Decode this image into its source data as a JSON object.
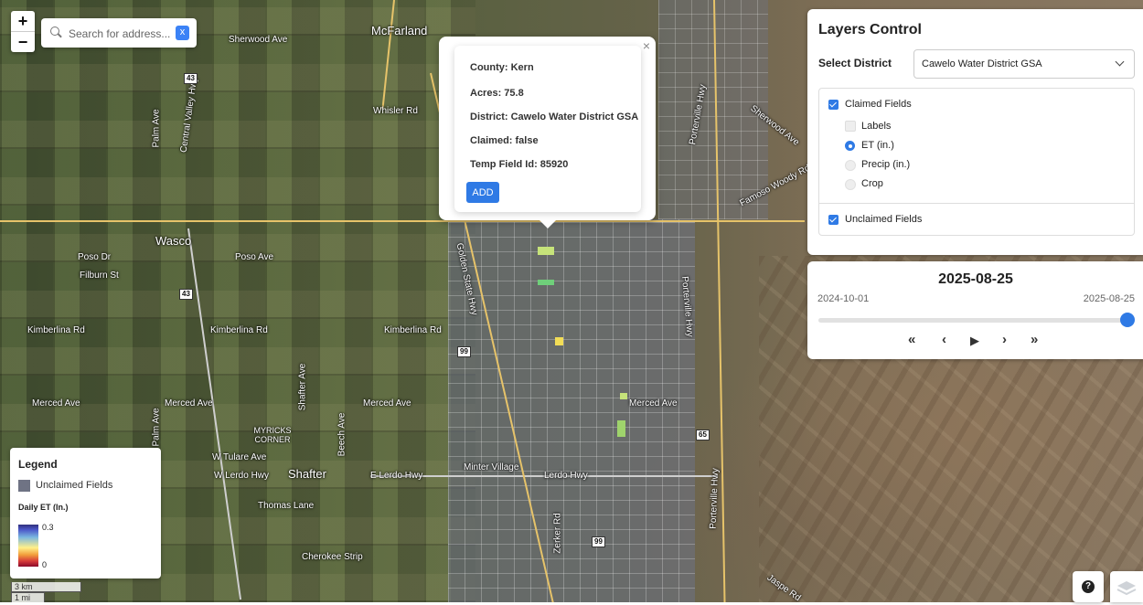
{
  "map": {
    "labels": {
      "sherwood_ave": "Sherwood Ave",
      "mcfarland": "McFarland",
      "whisler_rd": "Whisler Rd",
      "central_valley_hwy": "Central Valley Hwy",
      "palm_ave": "Palm Ave",
      "wasco": "Wasco",
      "poso_dr": "Poso Dr",
      "poso_ave": "Poso Ave",
      "filburn_st": "Filburn St",
      "golden_state_hwy": "Golden State Hwy",
      "kimberlina_rd_1": "Kimberlina Rd",
      "kimberlina_rd_2": "Kimberlina Rd",
      "kimberlina_rd_3": "Kimberlina Rd",
      "merced_ave_1": "Merced Ave",
      "merced_ave_2": "Merced Ave",
      "merced_ave_3": "Merced Ave",
      "merced_ave_4": "Merced Ave",
      "palm_ave_2": "Palm Ave",
      "shafter_ave": "Shafter Ave",
      "beech_ave": "Beech Ave",
      "myricks_corner": "MYRICKS CORNER",
      "w_tulare_ave": "W Tulare Ave",
      "w_lerdo_hwy": "W Lerdo Hwy",
      "shafter": "Shafter",
      "e_lerdo_hwy": "E Lerdo Hwy",
      "minter_village": "Minter Village",
      "lerdo_hwy": "Lerdo Hwy",
      "thomas_lane": "Thomas Lane",
      "zerker_rd": "Zerker Rd",
      "cherokee_strip": "Cherokee Strip",
      "sherwood_ave_2": "Sherwood Ave",
      "famoso_woody_rd": "Famoso Woody Rd",
      "porterville_hwy_1": "Porterville Hwy",
      "porterville_hwy_2": "Porterville Hwy",
      "porterville_hwy_3": "Porterville Hwy",
      "jaspe_rd": "Jaspe Rd"
    },
    "shields": {
      "r43a": "43",
      "r43b": "43",
      "r99a": "99",
      "r99b": "99",
      "r65": "65"
    }
  },
  "zoom": {
    "in": "+",
    "out": "−"
  },
  "search": {
    "placeholder": "Search for address...",
    "clear_label": "x"
  },
  "popup": {
    "close": "×",
    "county": "County: Kern",
    "acres": "Acres: 75.8",
    "district": "District: Cawelo Water District GSA",
    "claimed": "Claimed: false",
    "temp_field_id": "Temp Field Id: 85920",
    "add_label": "ADD"
  },
  "layers": {
    "title": "Layers Control",
    "select_label": "Select District",
    "selected_district": "Cawelo Water District GSA",
    "claimed_fields": {
      "label": "Claimed Fields",
      "checked": true
    },
    "labels": {
      "label": "Labels",
      "checked": false
    },
    "radio": [
      {
        "label": "ET (in.)",
        "selected": true
      },
      {
        "label": "Precip (in.)",
        "selected": false
      },
      {
        "label": "Crop",
        "selected": false
      }
    ],
    "unclaimed_fields": {
      "label": "Unclaimed Fields",
      "checked": true
    }
  },
  "timeline": {
    "current_date": "2025-08-25",
    "start_date": "2024-10-01",
    "end_date": "2025-08-25",
    "position": 1.0,
    "controls": {
      "first": "«",
      "prev": "‹",
      "play": "▶",
      "next": "›",
      "last": "»"
    }
  },
  "legend": {
    "title": "Legend",
    "unclaimed_label": "Unclaimed Fields",
    "et_title": "Daily ET (In.)",
    "max": "0.3",
    "min": "0"
  },
  "scale": {
    "km": "3 km",
    "mi": "1 mi"
  },
  "buttons": {
    "help": "?"
  },
  "colors": {
    "accent": "#2f7ae5",
    "unclaimed_swatch": "#6f7384"
  }
}
